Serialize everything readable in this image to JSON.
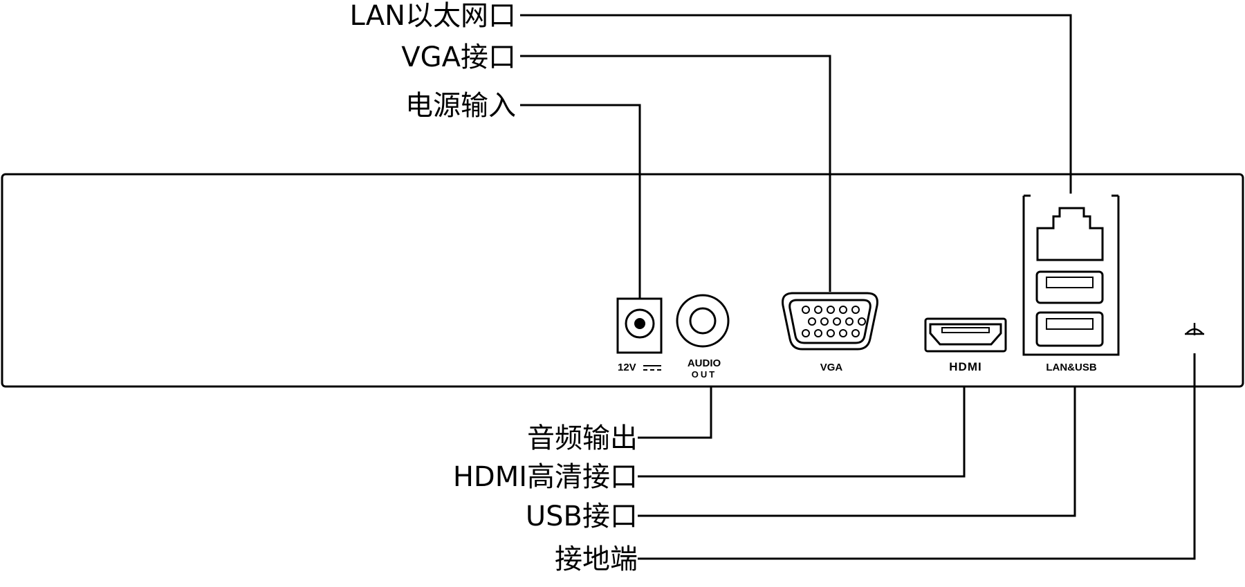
{
  "callouts_top": {
    "lan": "LAN以太网口",
    "vga": "VGA接口",
    "power": "电源输入"
  },
  "callouts_bottom": {
    "audio": "音频输出",
    "hdmi": "HDMI高清接口",
    "usb": "USB接口",
    "ground": "接地端"
  },
  "panel_labels": {
    "power": "12V",
    "audio_line1": "AUDIO",
    "audio_line2": "OUT",
    "vga": "VGA",
    "hdmi": "HDMI",
    "lan_usb": "LAN&USB"
  },
  "icons": {
    "ground": "ground-icon",
    "dc": "dc-symbol-icon"
  }
}
